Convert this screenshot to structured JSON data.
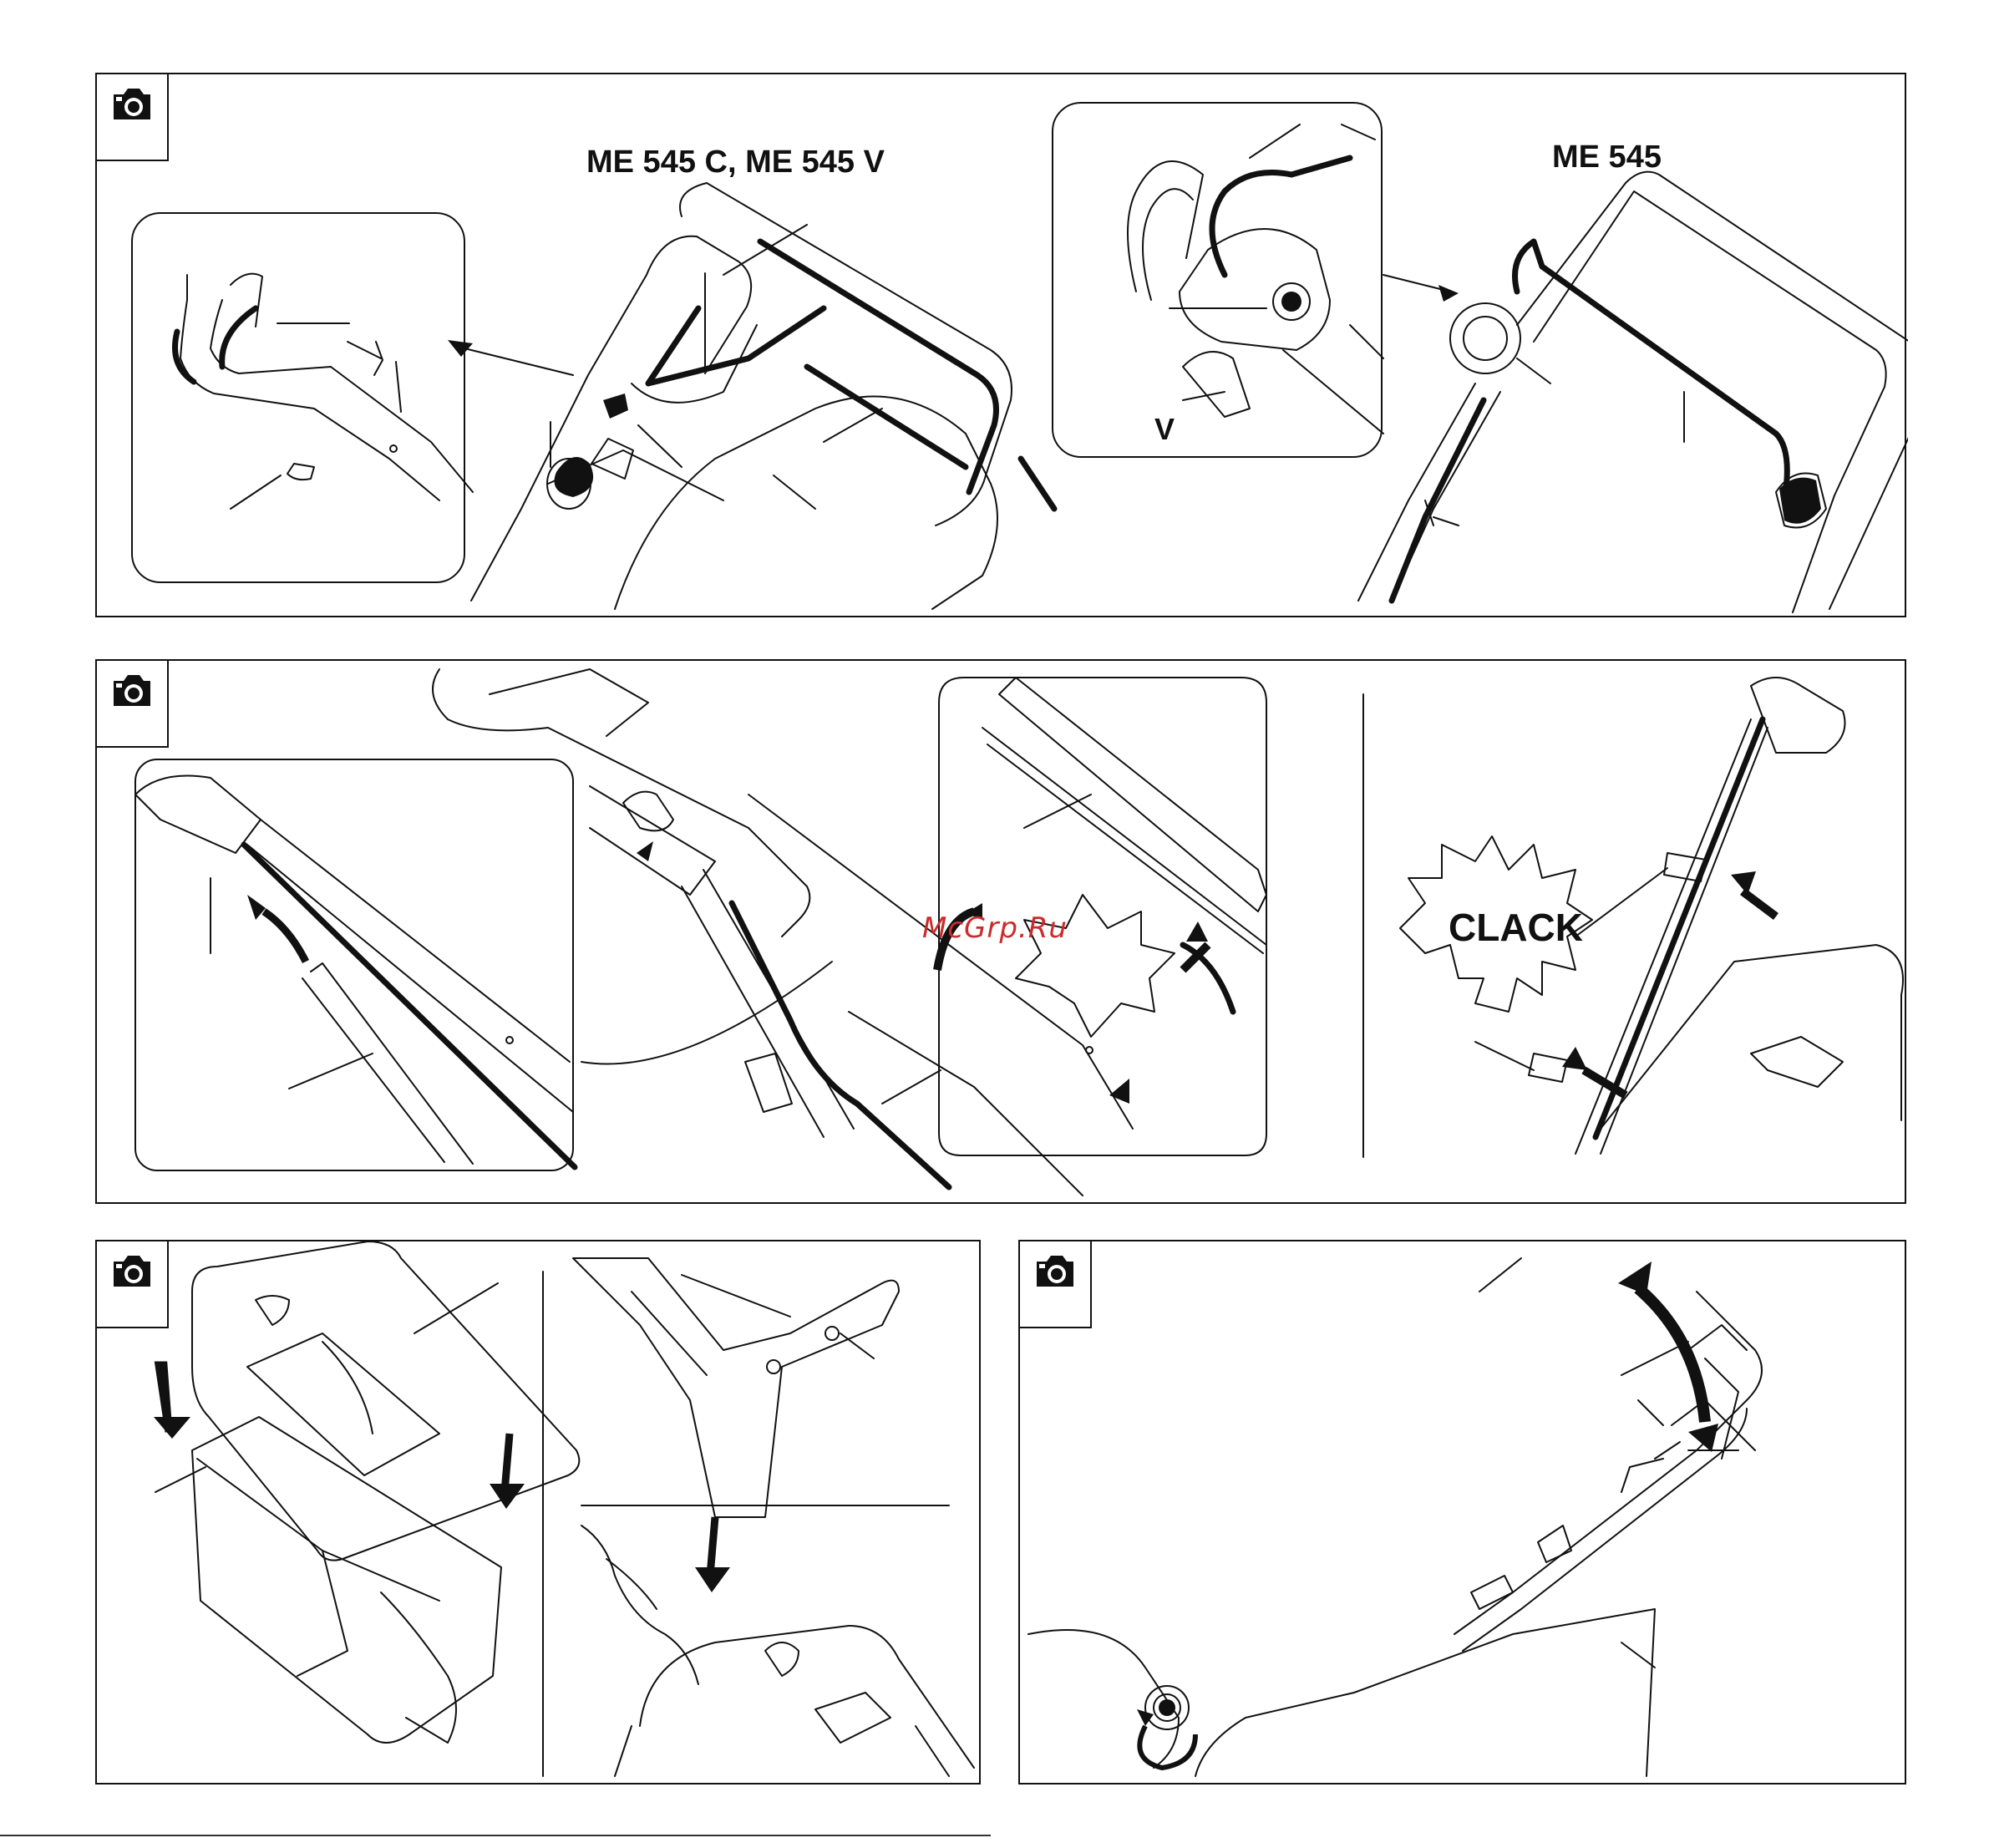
{
  "panels": {
    "p1": {
      "model_left": "ME 545 C, ME 545 V",
      "model_right": "ME 545",
      "detail_label": "V"
    },
    "p2": {
      "burst_label": "CLACK"
    },
    "p3": {},
    "p4": {}
  },
  "watermark": "McGrp.Ru",
  "icons": [
    "camera-icon"
  ]
}
